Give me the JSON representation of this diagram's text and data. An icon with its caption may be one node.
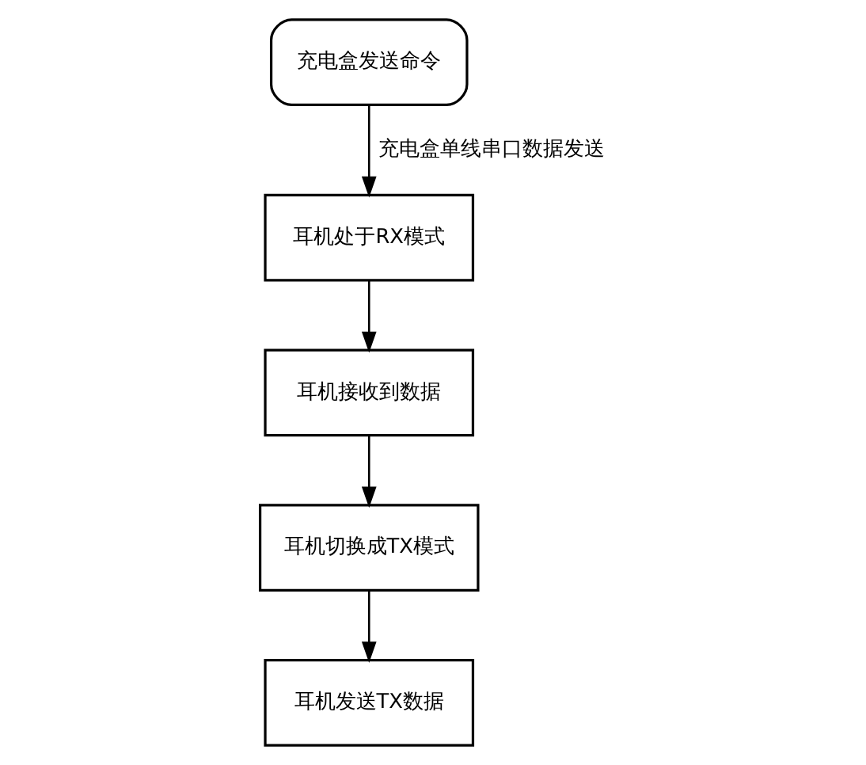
{
  "diagram": {
    "nodes": [
      {
        "text": [
          "充电盒发送命令"
        ]
      },
      {
        "text": [
          "耳机处于RX模式"
        ]
      },
      {
        "text": [
          "耳机接收到数据"
        ]
      },
      {
        "text": [
          "耳机切换成TX模式"
        ]
      },
      {
        "text": [
          "耳机发送TX数据"
        ]
      }
    ],
    "edges": [
      {
        "from": 0,
        "to": 1,
        "arrow": "to",
        "label": "充电盒单线串口数据发送"
      },
      {
        "from": 1,
        "to": 2,
        "arrow": "to"
      },
      {
        "from": 2,
        "to": 3,
        "arrow": "to"
      },
      {
        "from": 3,
        "to": 4,
        "arrow": "to"
      }
    ]
  }
}
